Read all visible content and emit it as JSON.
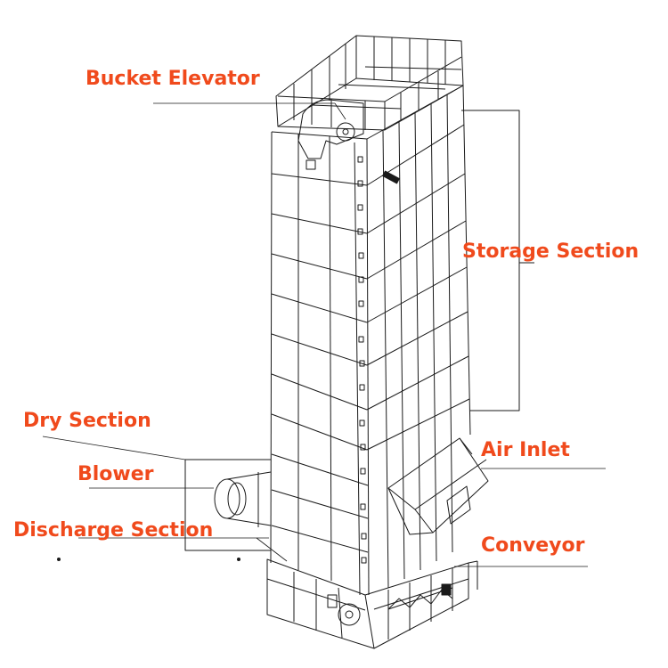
{
  "labels": {
    "bucket_elevator": "Bucket Elevator",
    "storage_section": "Storage Section",
    "dry_section": "Dry Section",
    "air_inlet": "Air Inlet",
    "blower": "Blower",
    "discharge_section": "Discharge Section",
    "conveyor": "Conveyor"
  },
  "colors": {
    "label": "#f04a1c",
    "line": "#1a1a1a",
    "background": "#ffffff"
  }
}
